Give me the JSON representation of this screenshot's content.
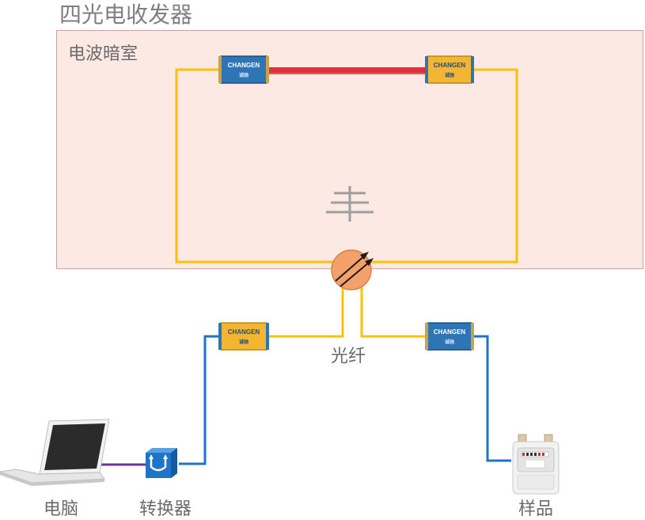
{
  "title": "四光电收发器",
  "chamber": {
    "label": "电波暗室"
  },
  "fiber_label": "光纤",
  "modules": [
    {
      "brand": "CHANGEN",
      "sub": "诚驰"
    },
    {
      "brand": "CHANGEN",
      "sub": "诚驰"
    },
    {
      "brand": "CHANGEN",
      "sub": "诚驰"
    },
    {
      "brand": "CHANGEN",
      "sub": "诚驰"
    }
  ],
  "devices": {
    "computer": "电脑",
    "converter": "转换器",
    "sample": "样品"
  },
  "colors": {
    "fiber": "#ffc000",
    "copper": "#1f73c8",
    "usb": "#7030a0",
    "rf_cable": "#e0303a",
    "module_blue": "#2e75b6",
    "module_yellow": "#f4b533",
    "chamber_fill": "#fde9e3",
    "splitter": "#f4a06a"
  }
}
